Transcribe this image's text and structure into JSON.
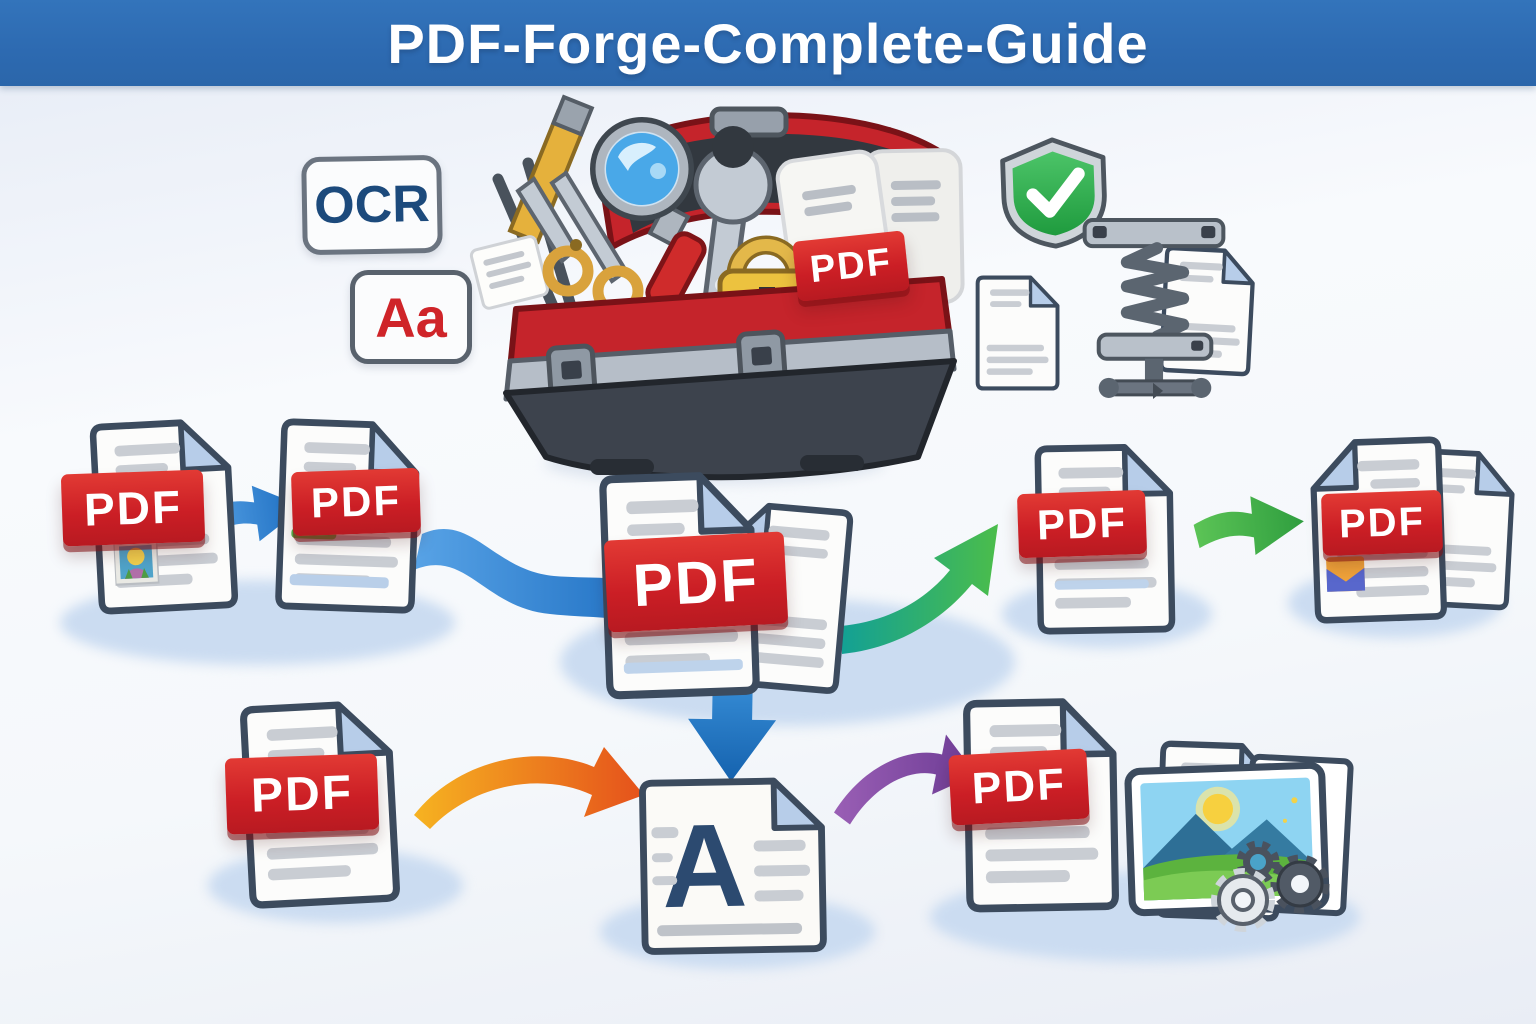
{
  "banner": {
    "title": "PDF-Forge-Complete-Guide",
    "background_color": "#2e6cb2",
    "text_color": "#ffffff"
  },
  "badges": {
    "ocr_label": "OCR",
    "aa_label": "Aa"
  },
  "toolbox": {
    "pdf_tag": "PDF"
  },
  "flow_middle": {
    "left_source_tag": "PDF",
    "left_result_tag": "PDF",
    "center_tag": "PDF",
    "right_source_tag": "PDF",
    "right_result_tag": "PDF"
  },
  "flow_bottom": {
    "source_tag": "PDF",
    "text_document_letter": "A",
    "result_tag": "PDF"
  },
  "icons": {
    "toolbox": "toolbox-icon",
    "magnifier": "magnifier-icon",
    "wrench": "wrench-icon",
    "scissors": "scissors-icon",
    "pencil": "pencil-icon",
    "tweezers": "tweezers-icon",
    "padlock": "padlock-icon",
    "shield_check": "shield-check-icon",
    "compress_clamp": "compress-clamp-icon",
    "image_card": "image-card-icon",
    "gears": "gears-icon"
  },
  "colors": {
    "pdf_tag_red": "#cb1f25",
    "document_outline": "#3c4b5e",
    "fold_blue": "#b7cde9",
    "arrow_blue": "#2f80d0",
    "arrow_teal": "#12a095",
    "arrow_green": "#3fae47",
    "arrow_orange": "#e9661c",
    "arrow_purple": "#7d47a0",
    "shield_green": "#2fae4e",
    "ocr_text": "#1c4a7c",
    "aa_text": "#cf2429",
    "shadow_blue": "#cbdcf1"
  }
}
